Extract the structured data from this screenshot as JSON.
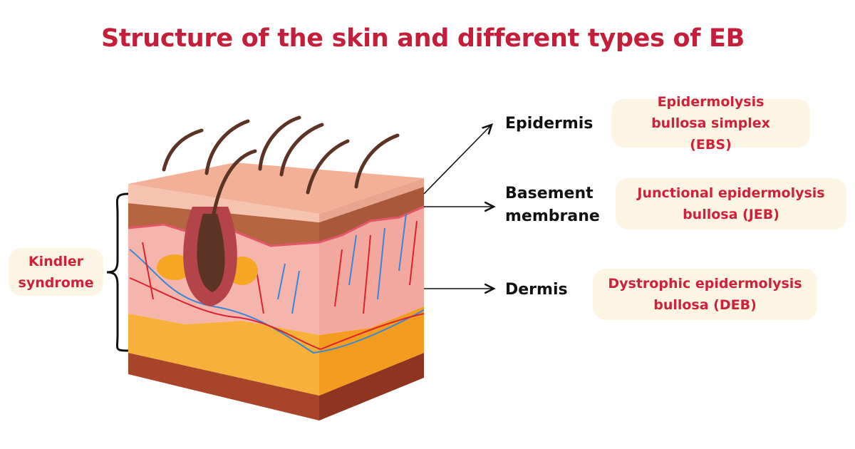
{
  "title": "Structure of the skin and different types of EB",
  "layers": [
    {
      "label": "Epidermis",
      "disease": "Epidermolysis bullosa simplex (EBS)"
    },
    {
      "label": "Basement membrane",
      "disease": "Junctional epidermolysis bullosa (JEB)"
    },
    {
      "label": "Dermis",
      "disease": "Dystrophic epidermolysis bullosa (DEB)"
    }
  ],
  "bracket_label": "Kindler syndrome",
  "colors": {
    "accent": "#c41e3a",
    "box_bg": "#fdf5e4"
  }
}
